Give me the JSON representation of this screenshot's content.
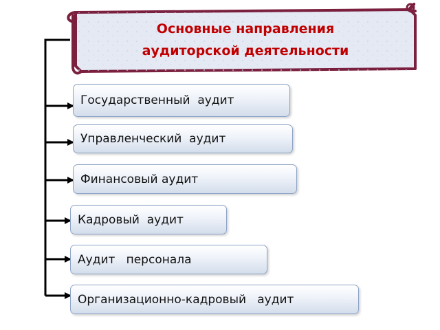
{
  "title": {
    "line1": "Основные направления",
    "line2": "аудиторской деятельности"
  },
  "items": [
    "Государственный  аудит",
    "Управленческий  аудит",
    "Финансовый аудит",
    "Кадровый  аудит",
    "Аудит   персонала",
    "Организационно-кадровый   аудит"
  ],
  "colors": {
    "title_text": "#c00000",
    "scroll_border": "#7a1f3d",
    "scroll_fill": "#e4e9f4",
    "box_border": "#8ea3c6",
    "connector": "#000000"
  }
}
